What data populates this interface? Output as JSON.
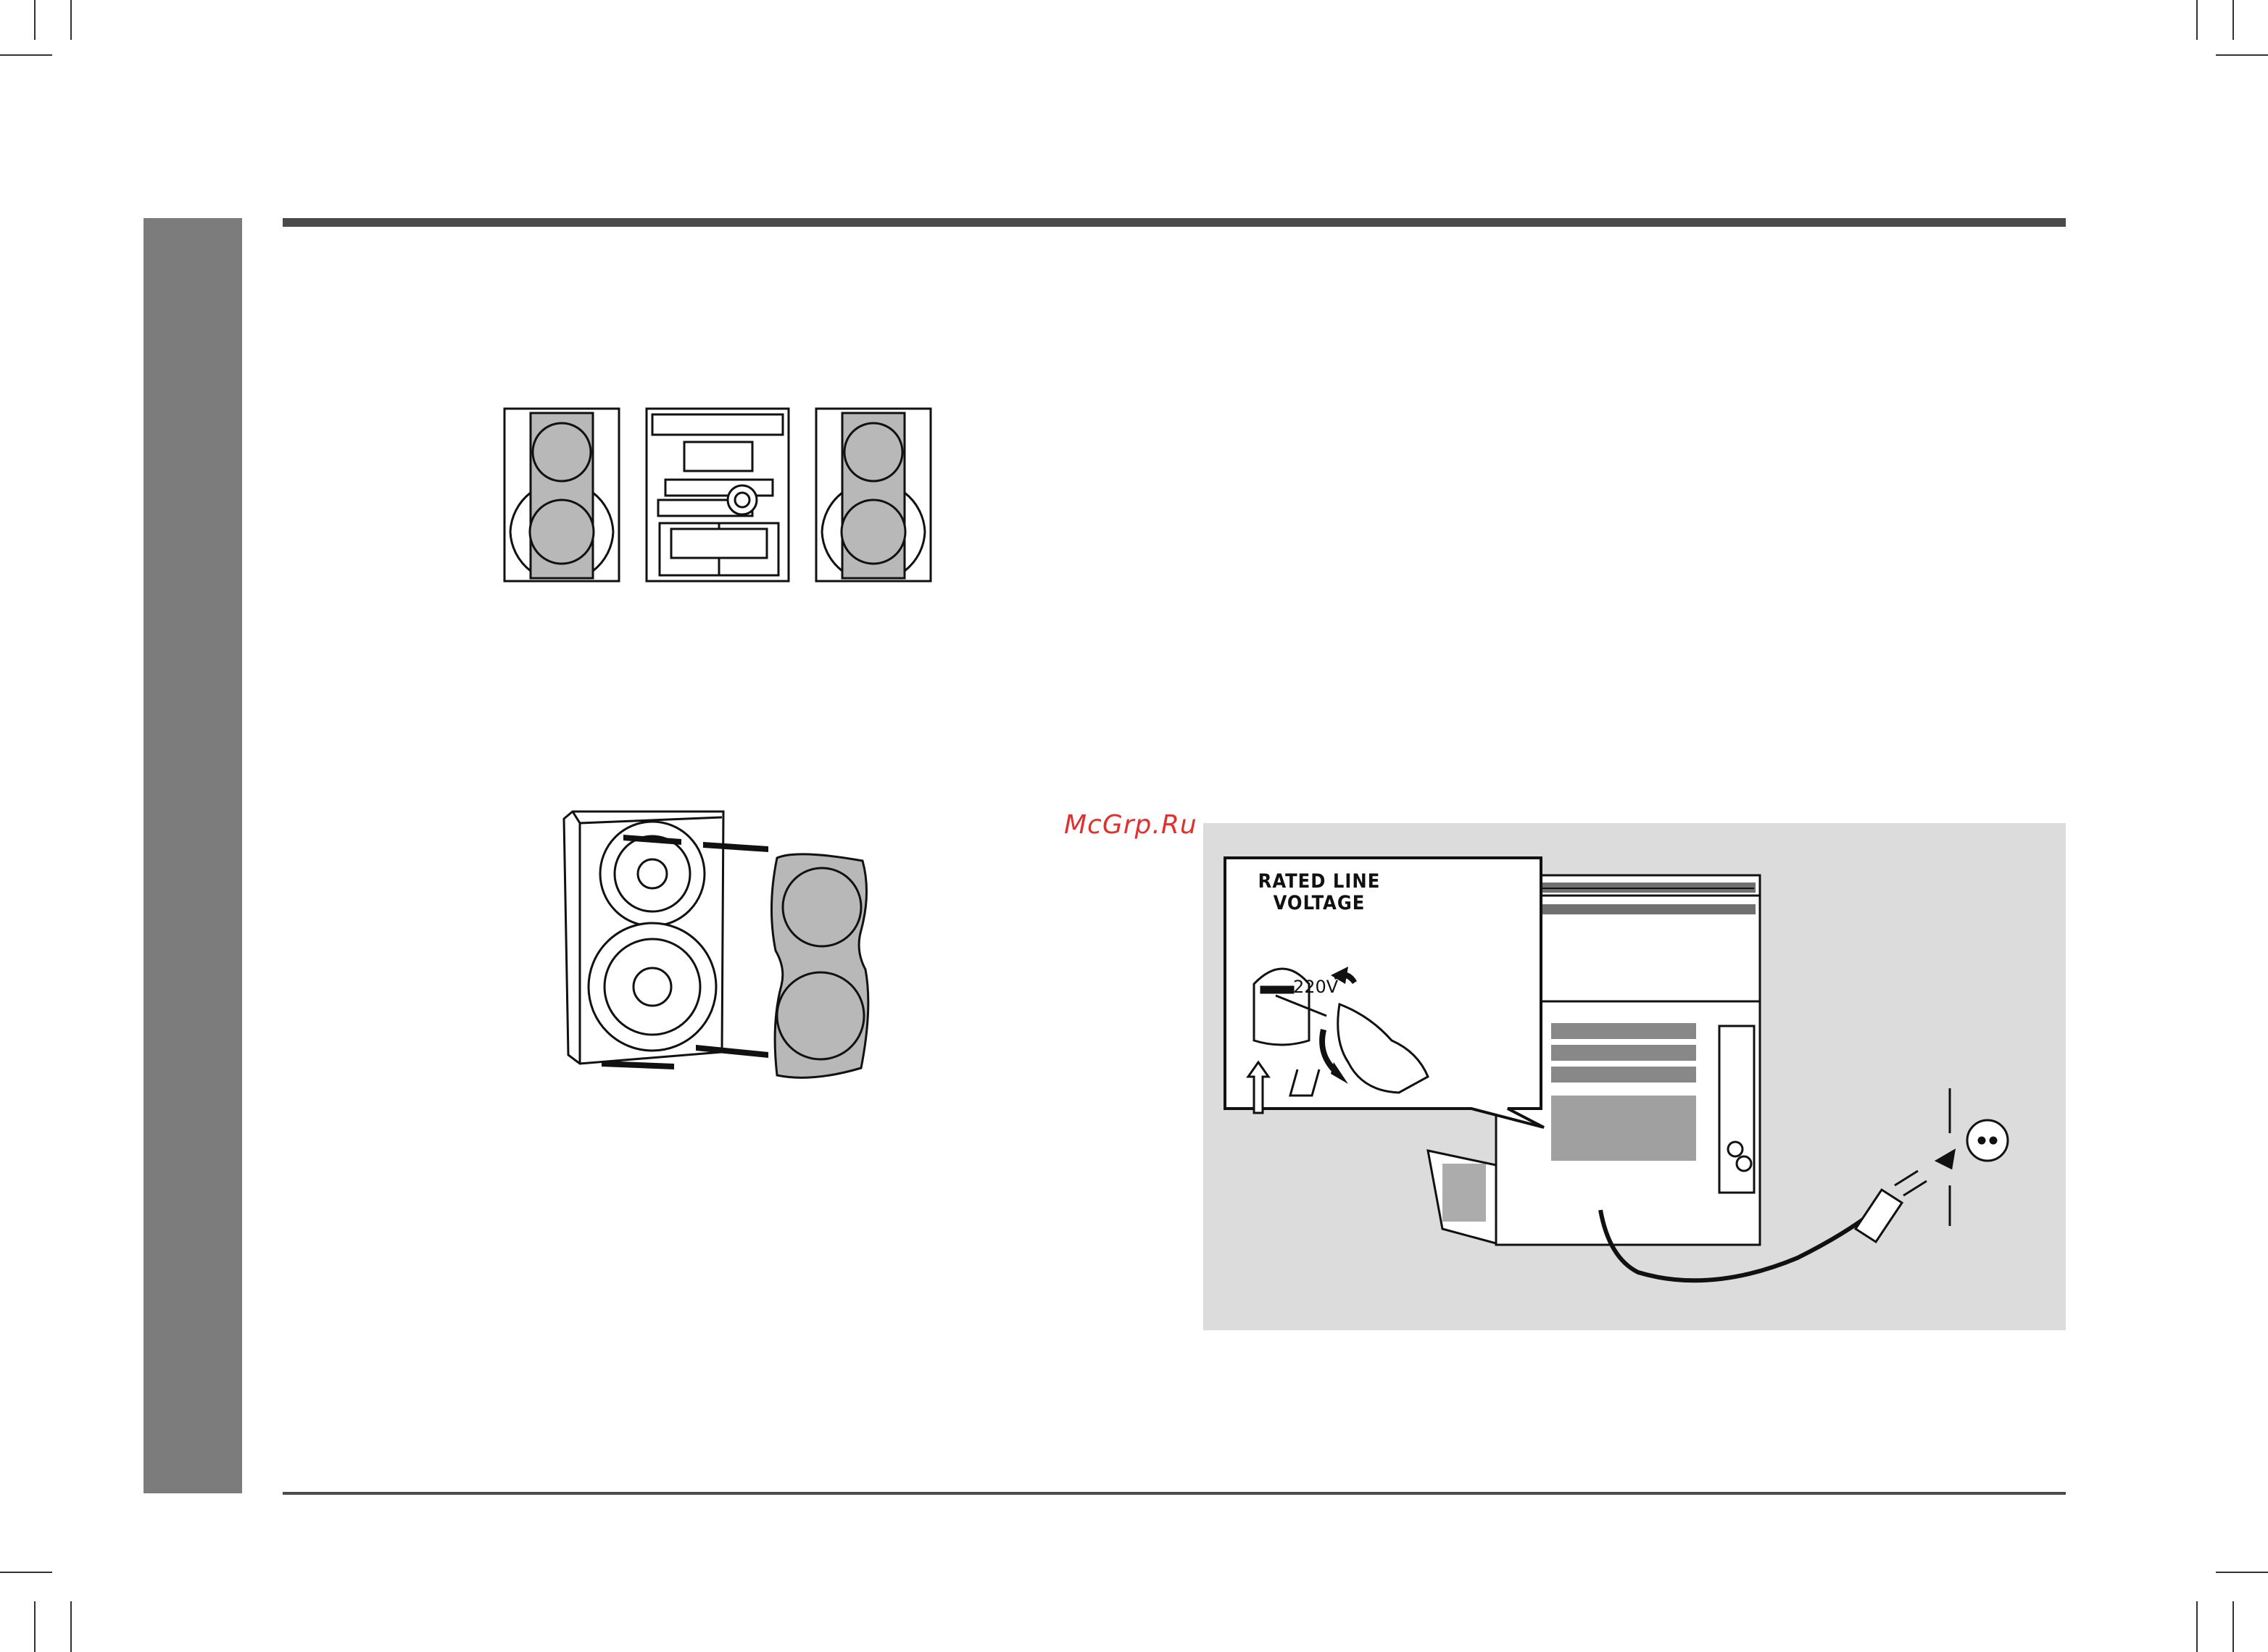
{
  "watermark": "McGrp.Ru",
  "callout": {
    "rated_line_voltage": "RATED LINE\nVOLTAGE",
    "voltage_value": "220V"
  },
  "colors": {
    "side_tab": "#7d7c7c",
    "rule": "#4a4a4a",
    "panel": "#dcdcdc",
    "speaker_grille": "#b8b8b8",
    "watermark": "#e03030"
  },
  "icons": {
    "system_overview": "stereo-system-illustration",
    "grille_removal": "speaker-grille-removal-illustration",
    "voltage_setting": "voltage-selector-and-ac-plug-illustration"
  }
}
